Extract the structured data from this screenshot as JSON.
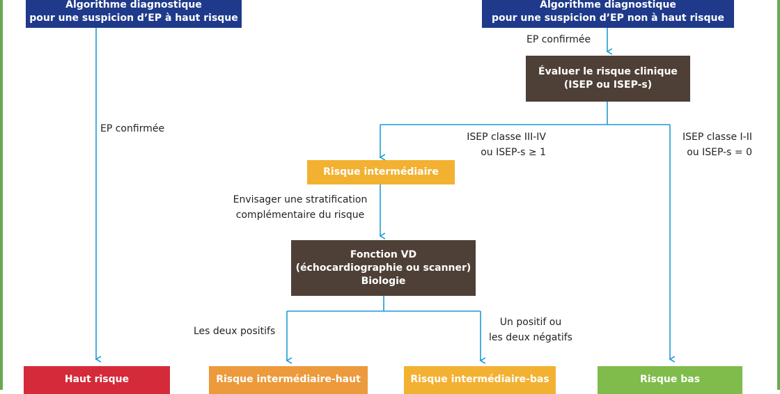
{
  "boxes": {
    "high_algo": [
      "Algorithme diagnostique",
      "pour une suspicion d’EP à haut risque"
    ],
    "nonhigh_algo": [
      "Algorithme diagnostique",
      "pour une suspicion d’EP non à haut risque"
    ],
    "eval_clinical": [
      "Évaluer le risque clinique",
      "(ISEP ou ISEP-s)"
    ],
    "intermediate": "Risque intermédiaire",
    "vd_function": [
      "Fonction VD",
      "(échocardiographie ou scanner)",
      "Biologie"
    ],
    "high_risk": "Haut risque",
    "inter_high": "Risque intermédiaire-haut",
    "inter_low": "Risque intermédiaire-bas",
    "low_risk": "Risque bas"
  },
  "labels": {
    "ep_confirmed_right": "EP confirmée",
    "ep_confirmed_left": "EP confirmée",
    "isep_34": [
      "ISEP classe III-IV",
      "ou ISEP-s ≥ 1"
    ],
    "isep_12": [
      "ISEP classe I-II",
      "ou ISEP-s = 0"
    ],
    "stratification": [
      "Envisager une stratification",
      "complémentaire du risque"
    ],
    "both_positive": "Les deux positifs",
    "one_positive": [
      "Un positif ou",
      "les deux négatifs"
    ]
  },
  "colors": {
    "navy": "#1f3a8a",
    "brown": "#4e4036",
    "yellow": "#f3b132",
    "orange": "#ec9a3c",
    "red": "#d42a3a",
    "green": "#7fbc4c",
    "connector": "#1e9ad6",
    "frame": "#6aa84f"
  }
}
